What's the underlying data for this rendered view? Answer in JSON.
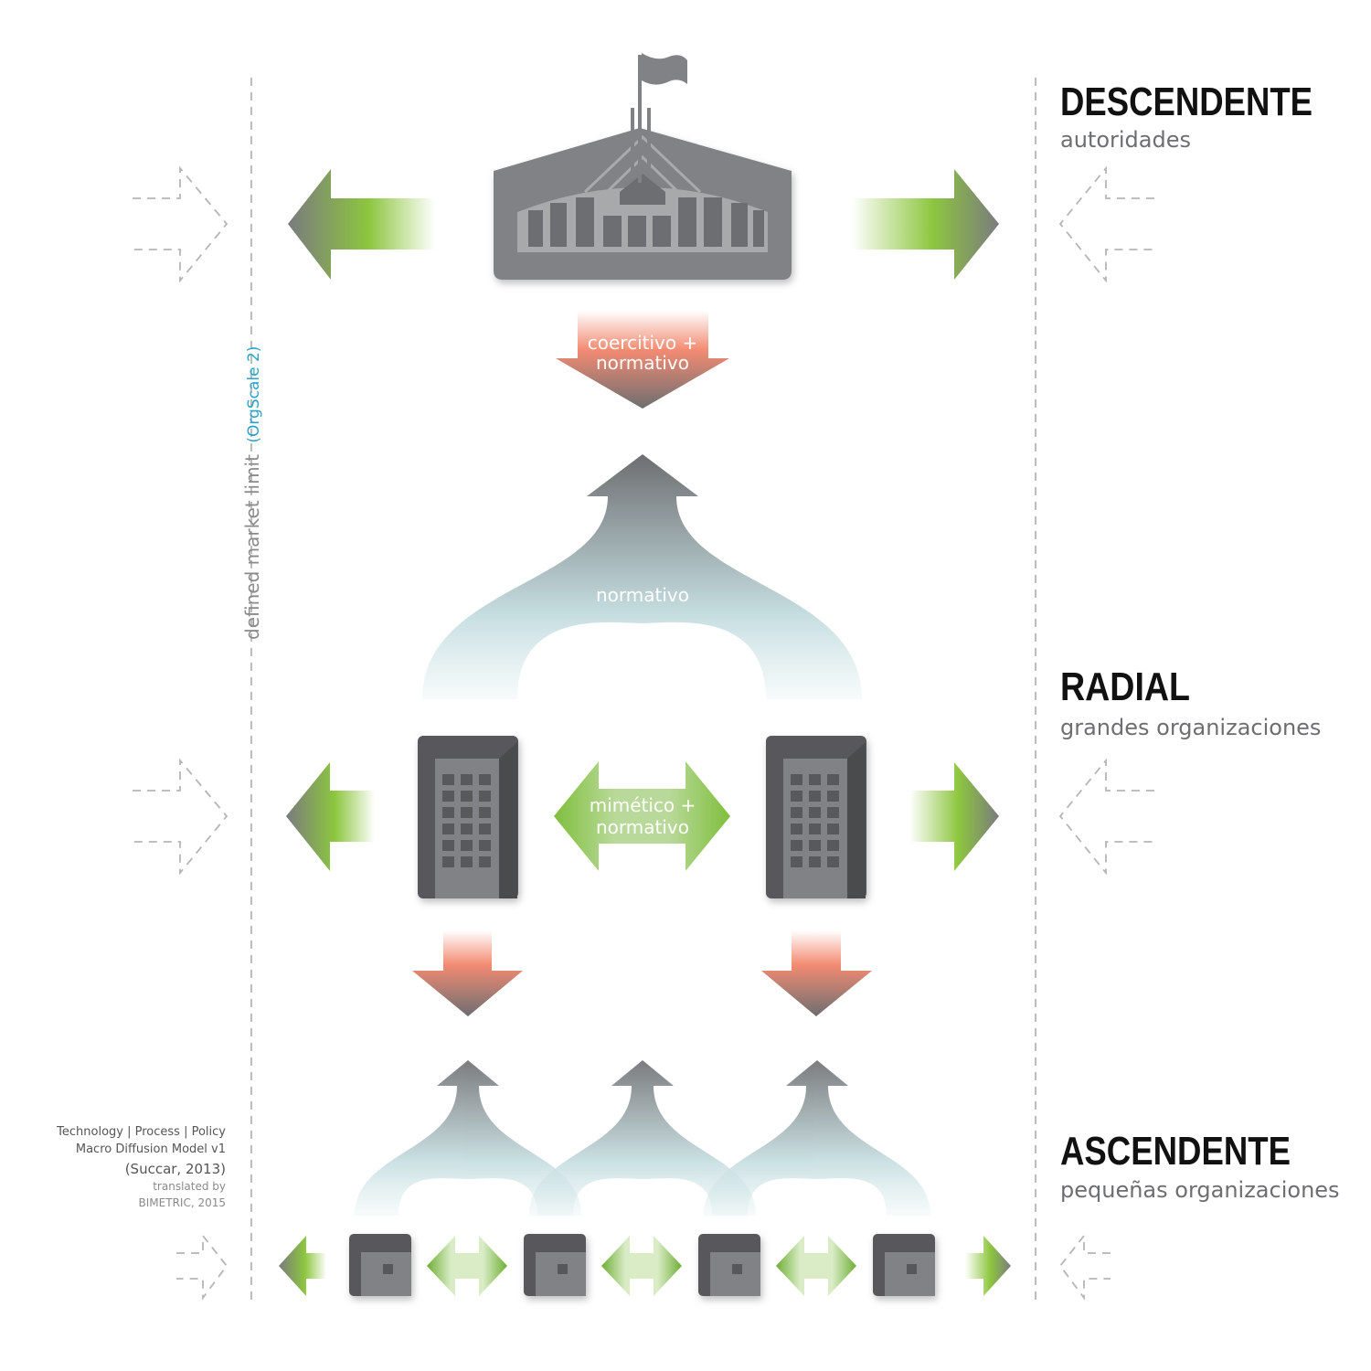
{
  "levels": {
    "top": {
      "title": "DESCENDENTE",
      "subtitle": "autoridades"
    },
    "middle": {
      "title": "RADIAL",
      "subtitle": "grandes organizaciones"
    },
    "bottom": {
      "title": "ASCENDENTE",
      "subtitle": "pequeñas organizaciones"
    }
  },
  "arrow_labels": {
    "coercive_line1": "coercitivo +",
    "coercive_line2": "normativo",
    "normative": "normativo",
    "mimetic_line1": "mimético +",
    "mimetic_line2": "normativo"
  },
  "market_limit": {
    "label": "defined market limit",
    "scale": "(OrgScale 2)"
  },
  "credits": {
    "line1": "Technology | Process | Policy",
    "line2": "Macro Diffusion Model v1",
    "line3": "(Succar, 2013)",
    "line4": "translated by",
    "line5": "BIMETRIC, 2015"
  },
  "colors": {
    "green": "#8dc63f",
    "salmon": "#f38b72",
    "arrow_gray": "#7a7b7e",
    "building_dark": "#58595b",
    "building_mid": "#808285",
    "flow_teal": "#cfe2e4",
    "text_blue": "#2aa3c9",
    "dashed": "#b5b5b5"
  }
}
